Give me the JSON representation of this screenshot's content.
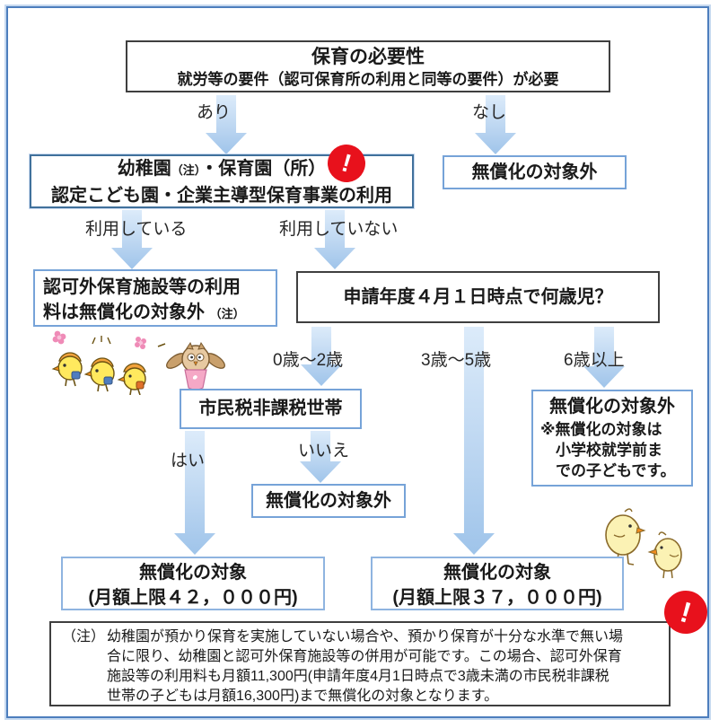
{
  "colors": {
    "frame_blue": "#4d7ebd",
    "box_blue_border": "#76a3d8",
    "box_dark_border": "#3f3f3f",
    "arrow_blue": "#9fc4ea",
    "alert_red": "#e8111c"
  },
  "icons": {
    "alert": "!"
  },
  "flowchart": {
    "necessity_box": {
      "title": "保育の必要性",
      "subtitle": "就労等の要件（認可保育所の利用と同等の要件）が必要"
    },
    "branch_labels": {
      "yes": "あり",
      "no": "なし",
      "using": "利用している",
      "not_using": "利用していない",
      "tax_yes": "はい",
      "tax_no": "いいえ",
      "age_0_2": "0歳～2歳",
      "age_3_5": "3歳～5歳",
      "age_6_plus": "6歳以上"
    },
    "kindergarten_box": {
      "line1_main": "幼稚園",
      "line1_note": "（注）",
      "line1_rest": "・保育園（所）",
      "line2": "認定こども園・企業主導型保育事業の利用"
    },
    "excluded_no_need_box": "無償化の対象外",
    "unlicensed_box": {
      "line1": "認可外保育施設等の利用",
      "line2": "料は無償化の対象外",
      "note_suffix": "（注）"
    },
    "age_question_box": "申請年度４月１日時点で何歳児？",
    "tax_exempt_box": "市民税非課税世帯",
    "excluded_not_exempt_box": "無償化の対象外",
    "excluded_age6_box": {
      "title": "無償化の対象外",
      "lines": [
        "※無償化の対象は",
        "小学校就学前ま",
        "での子どもです。"
      ]
    },
    "result_0_2_box": {
      "title": "無償化の対象",
      "cap": "(月額上限４２，０００円)"
    },
    "result_3_5_box": {
      "title": "無償化の対象",
      "cap": "(月額上限３７，０００円)"
    },
    "note_box": {
      "label": "（注）",
      "lines": [
        "幼稚園が預かり保育を実施していない場合や、預かり保育が十分な水準で無い場",
        "合に限り、幼稚園と認可外保育施設等の併用が可能です。この場合、認可外保育",
        "施設等の利用料も月額11,300円(申請年度4月1日時点で3歳未満の市民税非課税",
        "世帯の子どもは月額16,300円)まで無償化の対象となります。"
      ]
    }
  }
}
